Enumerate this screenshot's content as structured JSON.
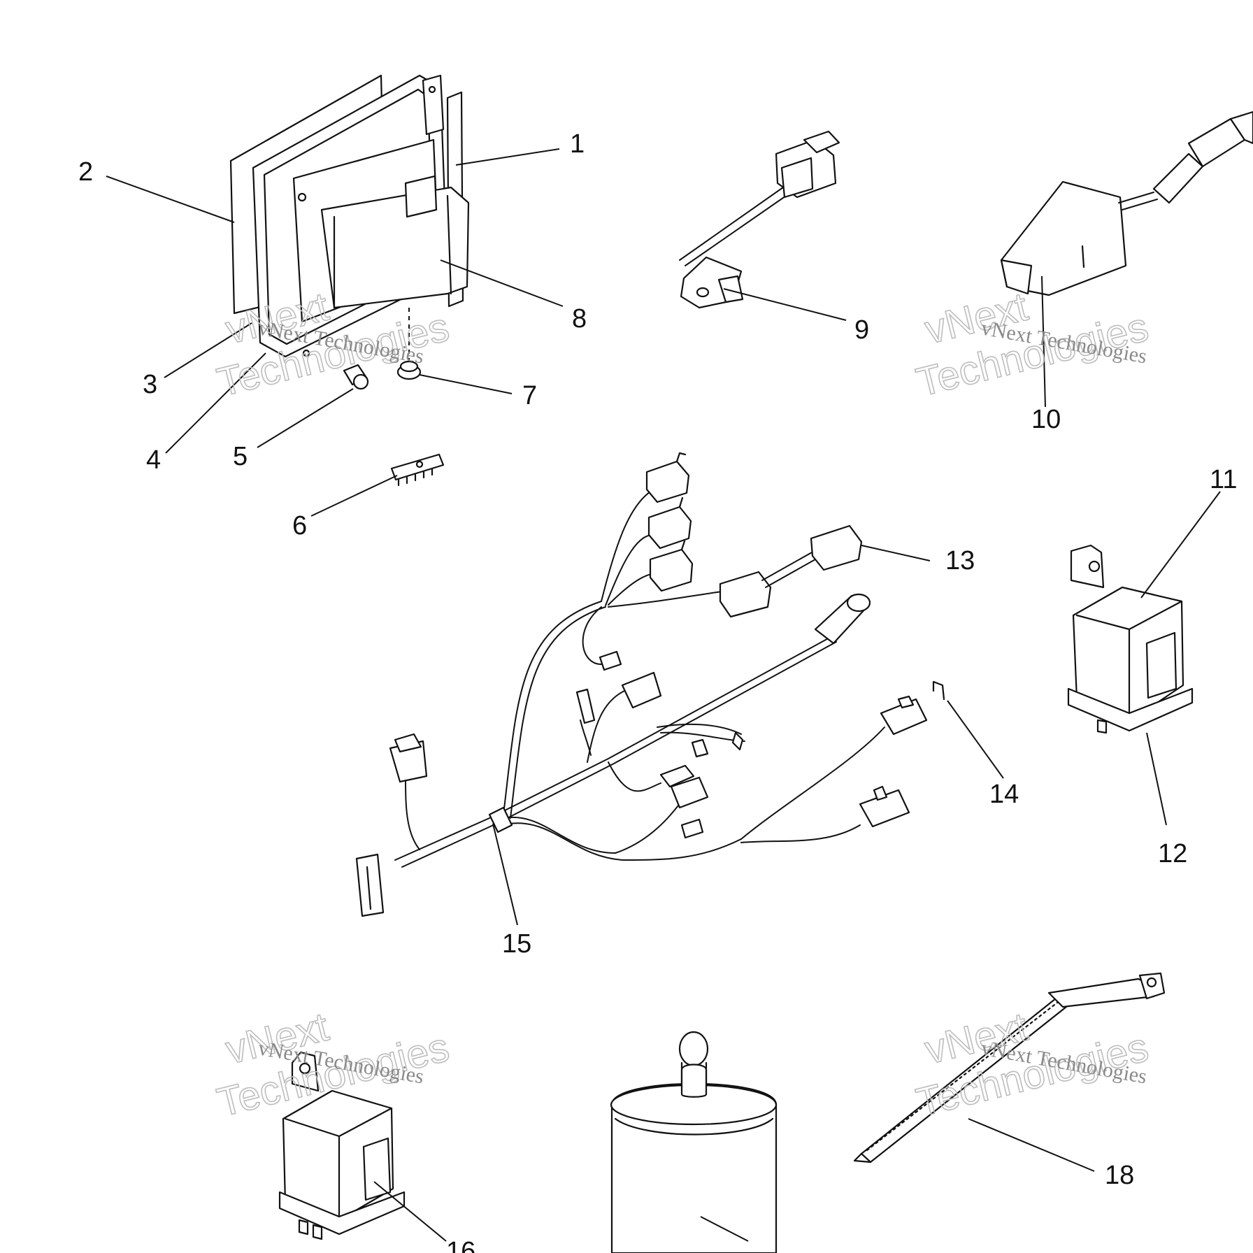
{
  "callouts": [
    {
      "id": 1,
      "label": "1"
    },
    {
      "id": 2,
      "label": "2"
    },
    {
      "id": 3,
      "label": "3"
    },
    {
      "id": 4,
      "label": "4"
    },
    {
      "id": 5,
      "label": "5"
    },
    {
      "id": 6,
      "label": "6"
    },
    {
      "id": 7,
      "label": "7"
    },
    {
      "id": 8,
      "label": "8"
    },
    {
      "id": 9,
      "label": "9"
    },
    {
      "id": 10,
      "label": "10"
    },
    {
      "id": 11,
      "label": "11"
    },
    {
      "id": 12,
      "label": "12"
    },
    {
      "id": 13,
      "label": "13"
    },
    {
      "id": 14,
      "label": "14"
    },
    {
      "id": 15,
      "label": "15"
    },
    {
      "id": 16,
      "label": "16"
    },
    {
      "id": 18,
      "label": "18"
    }
  ],
  "watermark": {
    "line1": "vNext Technologies",
    "line2_a": "vNext",
    "line2_b": "Technologies"
  }
}
